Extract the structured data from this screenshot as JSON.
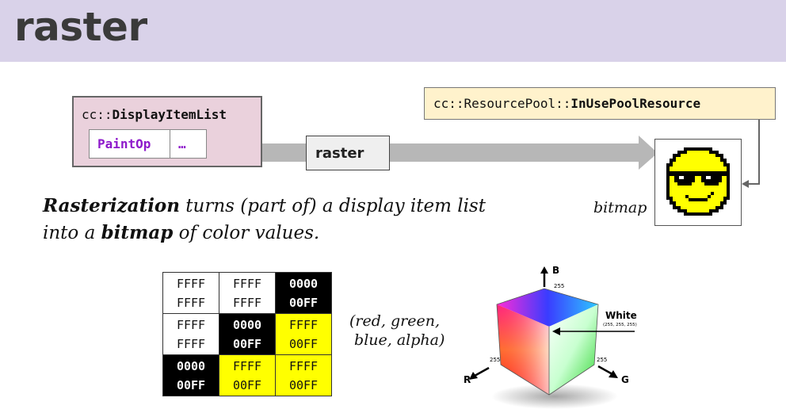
{
  "slide": {
    "title": "raster"
  },
  "display_item_list": {
    "prefix": "cc::",
    "name": "DisplayItemList",
    "items": [
      "PaintOp",
      "…"
    ]
  },
  "raster_step": {
    "label": "raster"
  },
  "resource_pool": {
    "prefix": "cc::ResourcePool::",
    "name": "InUsePoolResource"
  },
  "bitmap": {
    "label": "bitmap",
    "icon": "sunglasses-smiley-icon"
  },
  "caption": {
    "term": "Rasterization",
    "middle": " turns (part of) a display item list into a ",
    "term2": "bitmap",
    "end": " of color values."
  },
  "pixel_grid": {
    "rows": [
      [
        {
          "line1": "FFFF",
          "line2": "FFFF",
          "color": "white"
        },
        {
          "line1": "FFFF",
          "line2": "FFFF",
          "color": "white"
        },
        {
          "line1": "0000",
          "line2": "00FF",
          "color": "black"
        }
      ],
      [
        {
          "line1": "FFFF",
          "line2": "FFFF",
          "color": "white"
        },
        {
          "line1": "0000",
          "line2": "00FF",
          "color": "black"
        },
        {
          "line1": "FFFF",
          "line2": "00FF",
          "color": "yellow"
        }
      ],
      [
        {
          "line1": "0000",
          "line2": "00FF",
          "color": "black"
        },
        {
          "line1": "FFFF",
          "line2": "00FF",
          "color": "yellow"
        },
        {
          "line1": "FFFF",
          "line2": "00FF",
          "color": "yellow"
        }
      ]
    ]
  },
  "rgba_note": {
    "line1": "(red, green,",
    "line2": " blue, alpha)"
  },
  "color_cube": {
    "axis_b": "B",
    "axis_r": "R",
    "axis_g": "G",
    "max_b": "255",
    "max_r": "255",
    "max_g": "255",
    "white_label": "White",
    "white_value": "(255, 255, 255)"
  },
  "colors": {
    "title_bar": "#d9d2e9",
    "display_list_bg": "#ead1dc",
    "paint_op_text": "#8e1acb",
    "pool_bg": "#fff2cc",
    "arrow": "#b7b7b7",
    "smiley_yellow": "#ffff00"
  }
}
